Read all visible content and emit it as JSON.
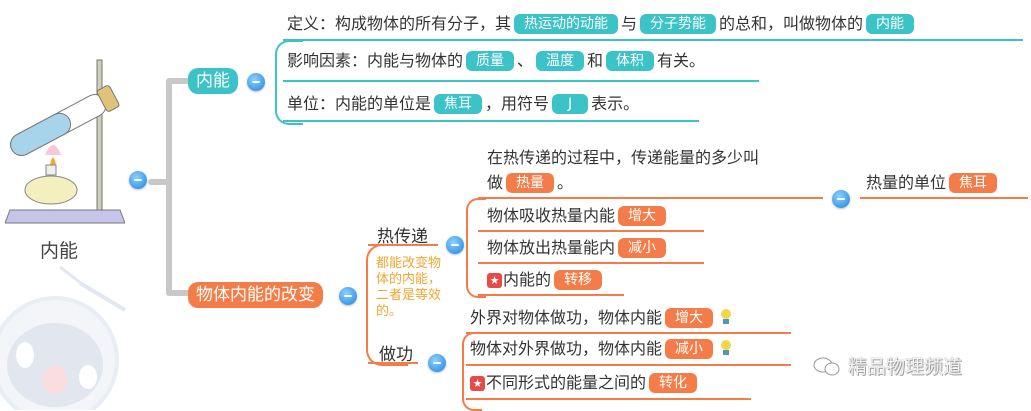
{
  "root": {
    "label": "内能",
    "illustration": "alcohol-lamp-heating-test-tube"
  },
  "branches": [
    {
      "label": "内能",
      "color": "#3cc3c8",
      "items": [
        {
          "prefix": "定义：构成物体的所有分子，其",
          "tag1": "热运动的动能",
          "mid": "与",
          "tag2": "分子势能",
          "suffix": "的总和，叫做物体的",
          "tag3": "内能"
        },
        {
          "prefix": "影响因素：内能与物体的",
          "tag1": "质量",
          "sep1": "、",
          "tag2": "温度",
          "sep2": "和",
          "tag3": "体积",
          "suffix": "有关。"
        },
        {
          "prefix": "单位：内能的单位是",
          "tag1": "焦耳",
          "mid": "，用符号",
          "tag2": "J",
          "suffix": "表示。"
        }
      ]
    },
    {
      "label": "物体内能的改变",
      "color": "#f47c48",
      "note": [
        "都能改变物",
        "体的内能，",
        "二者是等效",
        "的。"
      ],
      "sub": [
        {
          "label": "热传递",
          "heat_def": {
            "line1": "在热传递的过程中，传递能量的多少叫",
            "line2_prefix": "做",
            "tag": "热量",
            "line2_suffix": "。",
            "unit_label": "热量的单位",
            "unit_tag": "焦耳"
          },
          "items": [
            {
              "text": "物体吸收热量内能",
              "tag": "增大"
            },
            {
              "text": "物体放出热量能内",
              "tag": "减小"
            },
            {
              "text": "内能的",
              "tag": "转移",
              "star": true
            }
          ]
        },
        {
          "label": "做功",
          "items": [
            {
              "text": "外界对物体做功，物体内能",
              "tag": "增大",
              "bulb": true
            },
            {
              "text": "物体对外界做功，物体内能",
              "tag": "减小",
              "bulb": true
            },
            {
              "text": "不同形式的能量之间的",
              "tag": "转化",
              "star": true
            }
          ]
        }
      ]
    }
  ],
  "watermark": "精品物理频道",
  "colors": {
    "teal": "#3cc3c8",
    "orange": "#f47c48",
    "connector": "#c8c8c8",
    "note": "#f0a830"
  }
}
